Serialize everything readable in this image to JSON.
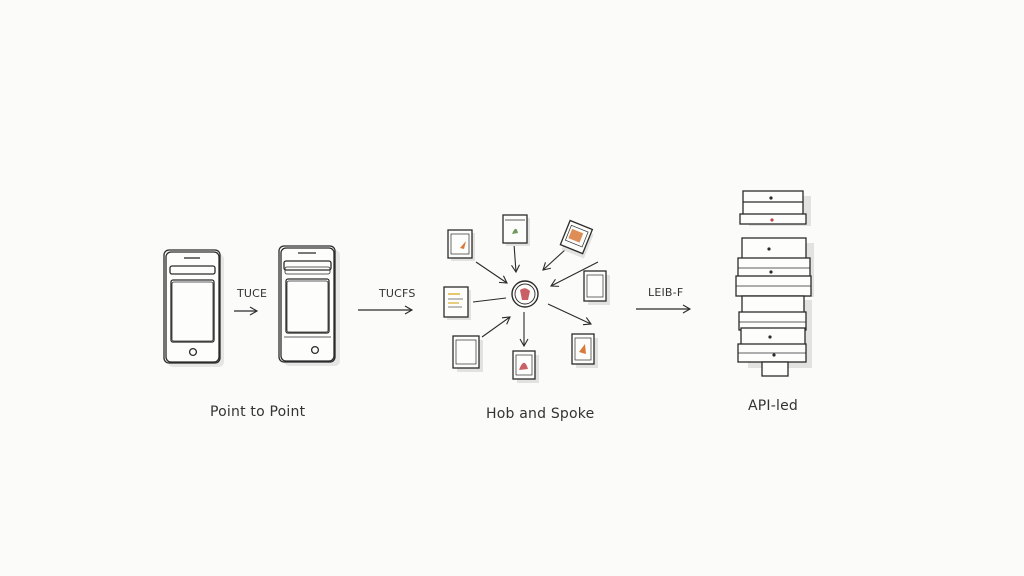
{
  "colors": {
    "ink": "#2b2b2b",
    "paper": "#fbfbfa",
    "shadow": "#e2e2e0",
    "accent_orange": "#d9793a",
    "accent_green": "#6f9b5a",
    "accent_red": "#c0444a",
    "accent_yellow": "#e0b84a"
  },
  "arrow_labels": {
    "first": "TUCE",
    "second": "TUCFS",
    "third": "LEIB-F"
  },
  "captions": {
    "point_to_point": "Point to Point",
    "hub_and_spoke": "Hob and Spoke",
    "api_led": "API-led"
  }
}
